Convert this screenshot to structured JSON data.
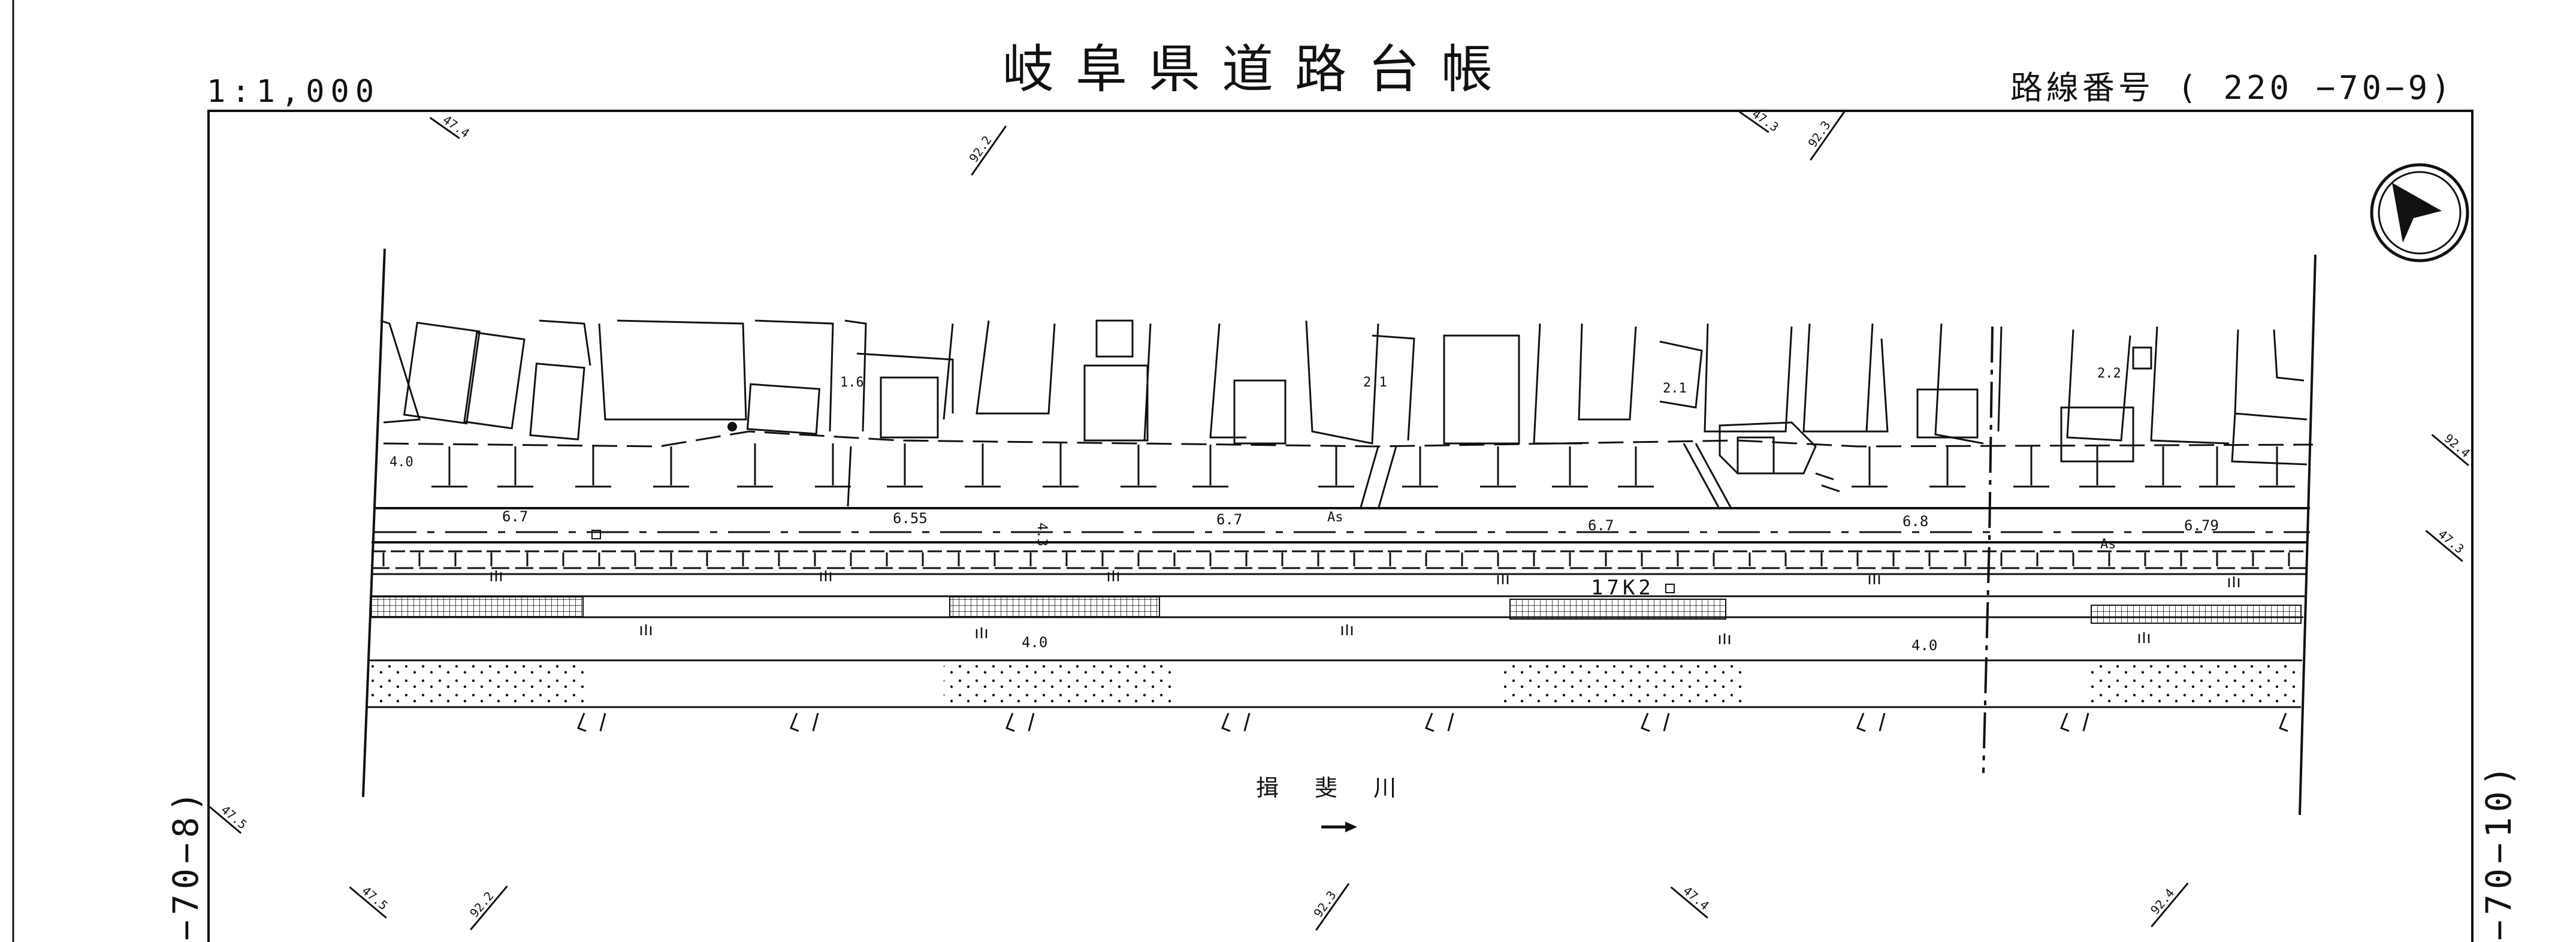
{
  "header": {
    "title": "岐阜県道路台帳",
    "scale": "1:1,000",
    "route_number": "路線番号 ( 220 −70−9)"
  },
  "adjacent_sheets": {
    "left": "−70−8)",
    "right": "−70−10)"
  },
  "river": {
    "name": "揖 斐 川"
  },
  "station": "17K2",
  "lane_marking": "As",
  "road_widths": [
    "6.7",
    "6.55",
    "6.7",
    "6.7",
    "6.8",
    "6.79"
  ],
  "shoulder_widths": [
    "4.0",
    "4.0"
  ],
  "inner_width": "4.3",
  "building_labels": [
    "1.6",
    "2.1",
    "2.1",
    "2.2",
    "4.0"
  ],
  "coordinate_ticks": {
    "top": [
      "47.4",
      "92.2",
      "47.3",
      "92.3"
    ],
    "right": [
      "92.4",
      "47.3"
    ],
    "left": [
      "47.5"
    ],
    "bottom": [
      "47.5",
      "92.2",
      "92.3",
      "47.4",
      "92.4"
    ]
  },
  "colors": {
    "ink": "#111111",
    "paper": "#ffffff"
  }
}
